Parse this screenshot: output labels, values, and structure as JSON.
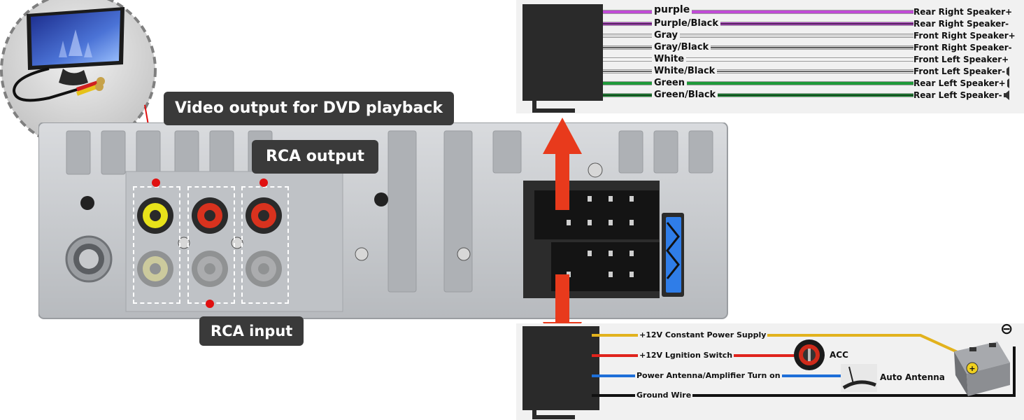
{
  "callouts": {
    "video": "Video output for DVD playback",
    "rca_output": "RCA output",
    "rca_input": "RCA input"
  },
  "speaker_wires": [
    {
      "color_name": "purple",
      "target": "Rear Right Speaker+",
      "hex": "#c04bd6",
      "stripe": ""
    },
    {
      "color_name": "Purple/Black",
      "target": "Rear Right Speaker-",
      "hex": "#c04bd6",
      "stripe": "#111111"
    },
    {
      "color_name": "Gray",
      "target": "Front Right Speaker+",
      "hex": "#d8d8d8",
      "stripe": ""
    },
    {
      "color_name": "Gray/Black",
      "target": "Front Right Speaker-",
      "hex": "#d8d8d8",
      "stripe": "#111111"
    },
    {
      "color_name": "White",
      "target": "Front Left Speaker+",
      "hex": "#f4f4f4",
      "stripe": ""
    },
    {
      "color_name": "White/Black",
      "target": "Front Left Speaker-",
      "hex": "#f4f4f4",
      "stripe": "#111111"
    },
    {
      "color_name": "Green",
      "target": "Rear Left Speaker+",
      "hex": "#1f9a3a",
      "stripe": ""
    },
    {
      "color_name": "Green/Black",
      "target": "Rear Left Speaker-",
      "hex": "#1f9a3a",
      "stripe": "#111111"
    }
  ],
  "power_wires": [
    {
      "label": "+12V Constant Power Supply",
      "hex": "#e2b21d"
    },
    {
      "label": "+12V Lgnition Switch",
      "hex": "#e0231c"
    },
    {
      "label": "Power Antenna/Amplifier Turn on",
      "hex": "#1e6fd8"
    },
    {
      "label": "Ground Wire",
      "hex": "#111111"
    }
  ],
  "devices": {
    "acc": "ACC",
    "antenna": "Auto Antenna",
    "battery_negative": "⊖"
  },
  "colors": {
    "callout_bg": "#3a3a3a",
    "indicator_red": "#e01010",
    "arrow_red": "#e83a1c",
    "chassis": "#c9ccd0"
  }
}
